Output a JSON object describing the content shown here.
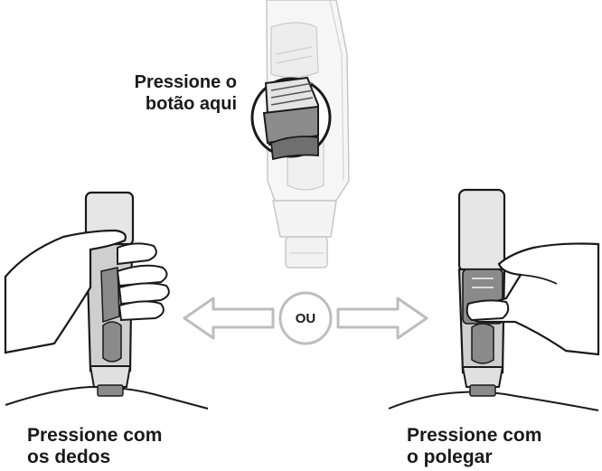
{
  "top_label": {
    "line1": "Pressione o",
    "line2": "botão aqui"
  },
  "connector": {
    "text": "OU"
  },
  "left_caption": {
    "line1": "Pressione com",
    "line2": "os dedos"
  },
  "right_caption": {
    "line1": "Pressione com",
    "line2": "o polegar"
  },
  "colors": {
    "outline": "#1a1a1a",
    "pen_light": "#e6e6e6",
    "pen_mid": "#c9c9c9",
    "pen_dark": "#7d7d7d",
    "faded_pen": "#d2d2d2",
    "arrow": "#bdbdbd"
  }
}
